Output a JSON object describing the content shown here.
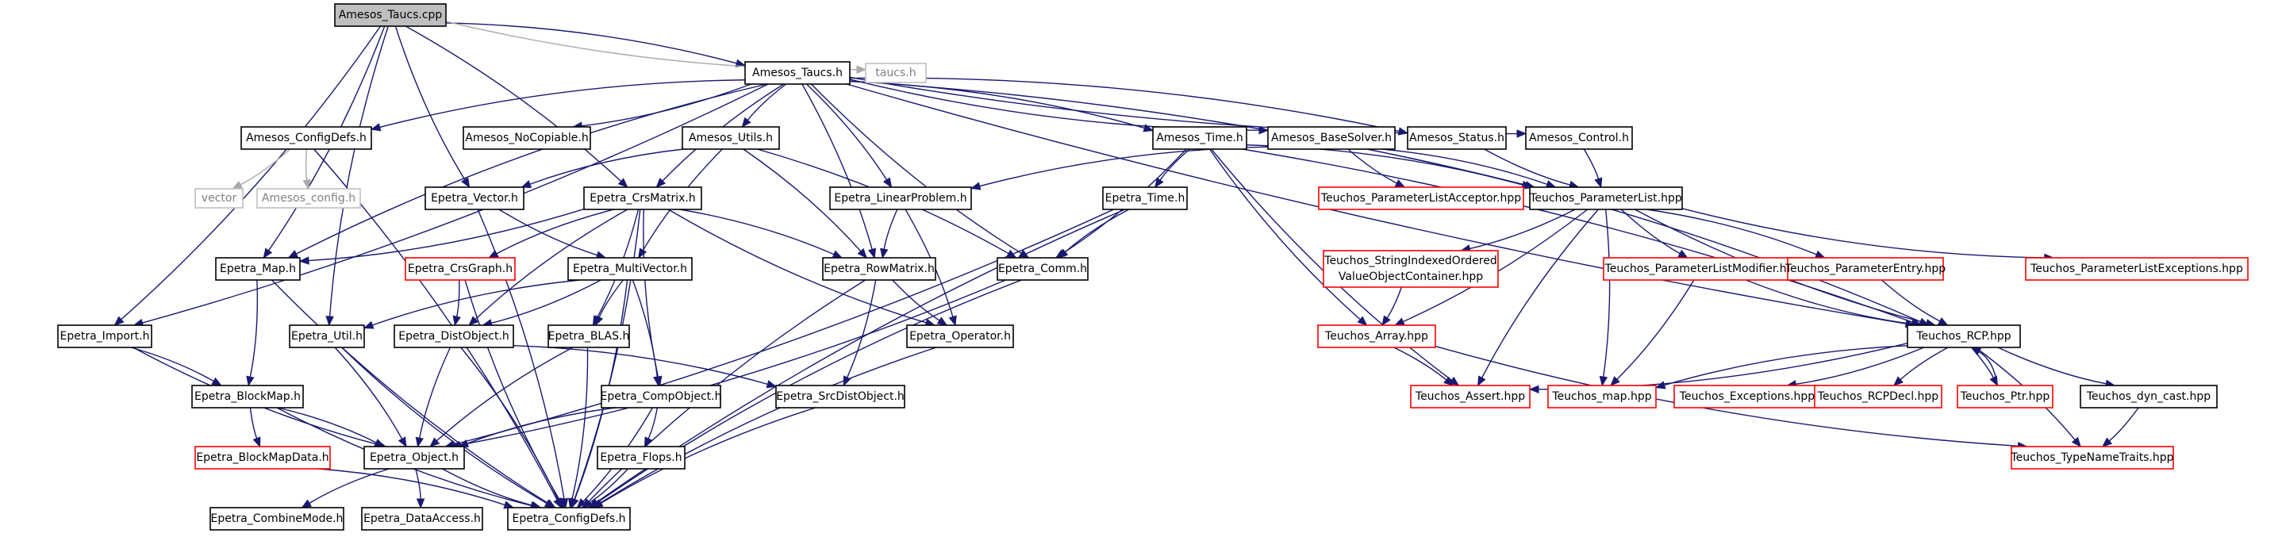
{
  "colors": {
    "edge": "#191970",
    "edge_external": "#a9a9a9",
    "border_normal": "#000000",
    "border_linked": "#ff0000",
    "border_external": "#bfbfbf",
    "fill_root": "#bfbfbf",
    "fill_default": "#ffffff",
    "text_normal": "#000000",
    "text_external": "#808080"
  },
  "nodes": [
    {
      "id": "amesos_taucs_cpp",
      "label": "Amesos_Taucs.cpp",
      "style": "root"
    },
    {
      "id": "amesos_taucs_h",
      "label": "Amesos_Taucs.h",
      "style": "normal"
    },
    {
      "id": "taucs_h",
      "label": "taucs.h",
      "style": "external"
    },
    {
      "id": "amesos_configdefs_h",
      "label": "Amesos_ConfigDefs.h",
      "style": "normal"
    },
    {
      "id": "amesos_nocopiable_h",
      "label": "Amesos_NoCopiable.h",
      "style": "normal"
    },
    {
      "id": "amesos_utils_h",
      "label": "Amesos_Utils.h",
      "style": "normal"
    },
    {
      "id": "amesos_time_h",
      "label": "Amesos_Time.h",
      "style": "normal"
    },
    {
      "id": "amesos_basesolver_h",
      "label": "Amesos_BaseSolver.h",
      "style": "normal"
    },
    {
      "id": "amesos_status_h",
      "label": "Amesos_Status.h",
      "style": "normal"
    },
    {
      "id": "amesos_control_h",
      "label": "Amesos_Control.h",
      "style": "normal"
    },
    {
      "id": "vector",
      "label": "vector",
      "style": "external"
    },
    {
      "id": "amesos_config_h",
      "label": "Amesos_config.h",
      "style": "external"
    },
    {
      "id": "epetra_vector_h",
      "label": "Epetra_Vector.h",
      "style": "normal"
    },
    {
      "id": "epetra_crsmatrix_h",
      "label": "Epetra_CrsMatrix.h",
      "style": "normal"
    },
    {
      "id": "epetra_linearproblem_h",
      "label": "Epetra_LinearProblem.h",
      "style": "normal"
    },
    {
      "id": "epetra_time_h",
      "label": "Epetra_Time.h",
      "style": "normal"
    },
    {
      "id": "teuchos_parameterlistacceptor_hpp",
      "label": "Teuchos_ParameterListAcceptor.hpp",
      "style": "linked"
    },
    {
      "id": "teuchos_parameterlist_hpp",
      "label": "Teuchos_ParameterList.hpp",
      "style": "normal"
    },
    {
      "id": "epetra_map_h",
      "label": "Epetra_Map.h",
      "style": "normal"
    },
    {
      "id": "epetra_crsgraph_h",
      "label": "Epetra_CrsGraph.h",
      "style": "linked"
    },
    {
      "id": "epetra_multivector_h",
      "label": "Epetra_MultiVector.h",
      "style": "normal"
    },
    {
      "id": "epetra_rowmatrix_h",
      "label": "Epetra_RowMatrix.h",
      "style": "normal"
    },
    {
      "id": "epetra_comm_h",
      "label": "Epetra_Comm.h",
      "style": "normal"
    },
    {
      "id": "teuchos_stringindexedordered",
      "label": "Teuchos_StringIndexedOrdered",
      "label2": "ValueObjectContainer.hpp",
      "style": "linked"
    },
    {
      "id": "teuchos_parameterlistmodifier_hpp",
      "label": "Teuchos_ParameterListModifier.hpp",
      "style": "linked"
    },
    {
      "id": "teuchos_parameterentry_hpp",
      "label": "Teuchos_ParameterEntry.hpp",
      "style": "linked"
    },
    {
      "id": "teuchos_parameterlistexceptions_hpp",
      "label": "Teuchos_ParameterListExceptions.hpp",
      "style": "linked"
    },
    {
      "id": "epetra_import_h",
      "label": "Epetra_Import.h",
      "style": "normal"
    },
    {
      "id": "epetra_util_h",
      "label": "Epetra_Util.h",
      "style": "normal"
    },
    {
      "id": "epetra_distobject_h",
      "label": "Epetra_DistObject.h",
      "style": "normal"
    },
    {
      "id": "epetra_blas_h",
      "label": "Epetra_BLAS.h",
      "style": "normal"
    },
    {
      "id": "epetra_operator_h",
      "label": "Epetra_Operator.h",
      "style": "normal"
    },
    {
      "id": "teuchos_array_hpp",
      "label": "Teuchos_Array.hpp",
      "style": "linked"
    },
    {
      "id": "teuchos_rcp_hpp",
      "label": "Teuchos_RCP.hpp",
      "style": "normal"
    },
    {
      "id": "epetra_blockmap_h",
      "label": "Epetra_BlockMap.h",
      "style": "normal"
    },
    {
      "id": "epetra_compobject_h",
      "label": "Epetra_CompObject.h",
      "style": "normal"
    },
    {
      "id": "epetra_srcdistobject_h",
      "label": "Epetra_SrcDistObject.h",
      "style": "normal"
    },
    {
      "id": "teuchos_assert_hpp",
      "label": "Teuchos_Assert.hpp",
      "style": "linked"
    },
    {
      "id": "teuchos_map_hpp",
      "label": "Teuchos_map.hpp",
      "style": "linked"
    },
    {
      "id": "teuchos_exceptions_hpp",
      "label": "Teuchos_Exceptions.hpp",
      "style": "linked"
    },
    {
      "id": "teuchos_rcpdecl_hpp",
      "label": "Teuchos_RCPDecl.hpp",
      "style": "linked"
    },
    {
      "id": "teuchos_ptr_hpp",
      "label": "Teuchos_Ptr.hpp",
      "style": "linked"
    },
    {
      "id": "teuchos_dyn_cast_hpp",
      "label": "Teuchos_dyn_cast.hpp",
      "style": "normal"
    },
    {
      "id": "epetra_blockmapdata_h",
      "label": "Epetra_BlockMapData.h",
      "style": "linked"
    },
    {
      "id": "epetra_object_h",
      "label": "Epetra_Object.h",
      "style": "normal"
    },
    {
      "id": "epetra_flops_h",
      "label": "Epetra_Flops.h",
      "style": "normal"
    },
    {
      "id": "teuchos_typenametraits_hpp",
      "label": "Teuchos_TypeNameTraits.hpp",
      "style": "linked"
    },
    {
      "id": "epetra_combinemode_h",
      "label": "Epetra_CombineMode.h",
      "style": "normal"
    },
    {
      "id": "epetra_dataaccess_h",
      "label": "Epetra_DataAccess.h",
      "style": "normal"
    },
    {
      "id": "epetra_configdefs_h",
      "label": "Epetra_ConfigDefs.h",
      "style": "normal"
    }
  ],
  "edges": [
    [
      "amesos_taucs_cpp",
      "amesos_taucs_h"
    ],
    [
      "amesos_taucs_cpp",
      "taucs_h"
    ],
    [
      "amesos_taucs_cpp",
      "epetra_import_h"
    ],
    [
      "amesos_taucs_cpp",
      "epetra_util_h"
    ],
    [
      "amesos_taucs_cpp",
      "epetra_map_h"
    ],
    [
      "amesos_taucs_cpp",
      "epetra_vector_h"
    ],
    [
      "amesos_taucs_cpp",
      "epetra_crsmatrix_h"
    ],
    [
      "amesos_taucs_h",
      "amesos_configdefs_h"
    ],
    [
      "amesos_taucs_h",
      "amesos_nocopiable_h"
    ],
    [
      "amesos_taucs_h",
      "amesos_utils_h"
    ],
    [
      "amesos_taucs_h",
      "amesos_time_h"
    ],
    [
      "amesos_taucs_h",
      "amesos_basesolver_h"
    ],
    [
      "amesos_taucs_h",
      "amesos_status_h"
    ],
    [
      "amesos_taucs_h",
      "amesos_control_h"
    ],
    [
      "amesos_taucs_h",
      "epetra_import_h"
    ],
    [
      "amesos_taucs_h",
      "epetra_crsmatrix_h"
    ],
    [
      "amesos_taucs_h",
      "epetra_linearproblem_h"
    ],
    [
      "amesos_taucs_h",
      "epetra_map_h"
    ],
    [
      "amesos_taucs_h",
      "epetra_rowmatrix_h"
    ],
    [
      "amesos_taucs_h",
      "epetra_comm_h"
    ],
    [
      "amesos_taucs_h",
      "teuchos_parameterlist_hpp"
    ],
    [
      "amesos_taucs_h",
      "teuchos_rcp_hpp"
    ],
    [
      "amesos_configdefs_h",
      "vector"
    ],
    [
      "amesos_configdefs_h",
      "amesos_config_h"
    ],
    [
      "amesos_configdefs_h",
      "epetra_configdefs_h"
    ],
    [
      "amesos_utils_h",
      "epetra_vector_h"
    ],
    [
      "amesos_utils_h",
      "epetra_rowmatrix_h"
    ],
    [
      "amesos_utils_h",
      "epetra_multivector_h"
    ],
    [
      "amesos_utils_h",
      "epetra_comm_h"
    ],
    [
      "amesos_time_h",
      "epetra_time_h"
    ],
    [
      "amesos_time_h",
      "epetra_comm_h"
    ],
    [
      "amesos_time_h",
      "teuchos_array_hpp"
    ],
    [
      "amesos_time_h",
      "teuchos_rcp_hpp"
    ],
    [
      "amesos_time_h",
      "teuchos_assert_hpp"
    ],
    [
      "amesos_time_h",
      "teuchos_parameterlist_hpp"
    ],
    [
      "amesos_basesolver_h",
      "teuchos_parameterlistacceptor_hpp"
    ],
    [
      "amesos_basesolver_h",
      "teuchos_parameterlist_hpp"
    ],
    [
      "amesos_basesolver_h",
      "epetra_linearproblem_h"
    ],
    [
      "amesos_basesolver_h",
      "teuchos_rcp_hpp"
    ],
    [
      "amesos_status_h",
      "teuchos_parameterlist_hpp"
    ],
    [
      "amesos_control_h",
      "teuchos_parameterlist_hpp"
    ],
    [
      "epetra_vector_h",
      "epetra_multivector_h"
    ],
    [
      "epetra_vector_h",
      "epetra_configdefs_h"
    ],
    [
      "epetra_crsmatrix_h",
      "epetra_crsgraph_h"
    ],
    [
      "epetra_crsmatrix_h",
      "epetra_map_h"
    ],
    [
      "epetra_crsmatrix_h",
      "epetra_distobject_h"
    ],
    [
      "epetra_crsmatrix_h",
      "epetra_blas_h"
    ],
    [
      "epetra_crsmatrix_h",
      "epetra_compobject_h"
    ],
    [
      "epetra_crsmatrix_h",
      "epetra_rowmatrix_h"
    ],
    [
      "epetra_crsmatrix_h",
      "epetra_operator_h"
    ],
    [
      "epetra_crsmatrix_h",
      "epetra_configdefs_h"
    ],
    [
      "epetra_linearproblem_h",
      "epetra_rowmatrix_h"
    ],
    [
      "epetra_linearproblem_h",
      "epetra_operator_h"
    ],
    [
      "epetra_time_h",
      "epetra_comm_h"
    ],
    [
      "epetra_time_h",
      "epetra_object_h"
    ],
    [
      "epetra_time_h",
      "epetra_configdefs_h"
    ],
    [
      "teuchos_parameterlist_hpp",
      "teuchos_stringindexedordered"
    ],
    [
      "teuchos_parameterlist_hpp",
      "teuchos_parameterlistmodifier_hpp"
    ],
    [
      "teuchos_parameterlist_hpp",
      "teuchos_parameterentry_hpp"
    ],
    [
      "teuchos_parameterlist_hpp",
      "teuchos_parameterlistexceptions_hpp"
    ],
    [
      "teuchos_parameterlist_hpp",
      "teuchos_array_hpp"
    ],
    [
      "teuchos_parameterlist_hpp",
      "teuchos_assert_hpp"
    ],
    [
      "teuchos_parameterlist_hpp",
      "teuchos_map_hpp"
    ],
    [
      "teuchos_parameterlist_hpp",
      "teuchos_rcp_hpp"
    ],
    [
      "epetra_map_h",
      "epetra_blockmap_h"
    ],
    [
      "epetra_map_h",
      "epetra_configdefs_h"
    ],
    [
      "epetra_crsgraph_h",
      "epetra_distobject_h"
    ],
    [
      "epetra_crsgraph_h",
      "epetra_configdefs_h"
    ],
    [
      "epetra_multivector_h",
      "epetra_distobject_h"
    ],
    [
      "epetra_multivector_h",
      "epetra_blas_h"
    ],
    [
      "epetra_multivector_h",
      "epetra_compobject_h"
    ],
    [
      "epetra_multivector_h",
      "epetra_util_h"
    ],
    [
      "epetra_multivector_h",
      "epetra_configdefs_h"
    ],
    [
      "epetra_rowmatrix_h",
      "epetra_operator_h"
    ],
    [
      "epetra_rowmatrix_h",
      "epetra_srcdistobject_h"
    ],
    [
      "epetra_rowmatrix_h",
      "epetra_configdefs_h"
    ],
    [
      "epetra_comm_h",
      "epetra_object_h"
    ],
    [
      "epetra_comm_h",
      "epetra_configdefs_h"
    ],
    [
      "teuchos_stringindexedordered",
      "teuchos_array_hpp"
    ],
    [
      "teuchos_parameterlistmodifier_hpp",
      "teuchos_rcp_hpp"
    ],
    [
      "teuchos_parameterlistmodifier_hpp",
      "teuchos_map_hpp"
    ],
    [
      "teuchos_parameterentry_hpp",
      "teuchos_rcp_hpp"
    ],
    [
      "epetra_import_h",
      "epetra_blockmap_h"
    ],
    [
      "epetra_import_h",
      "epetra_object_h"
    ],
    [
      "epetra_util_h",
      "epetra_object_h"
    ],
    [
      "epetra_util_h",
      "epetra_configdefs_h"
    ],
    [
      "epetra_distobject_h",
      "epetra_srcdistobject_h"
    ],
    [
      "epetra_distobject_h",
      "epetra_object_h"
    ],
    [
      "epetra_distobject_h",
      "epetra_configdefs_h"
    ],
    [
      "epetra_blas_h",
      "epetra_object_h"
    ],
    [
      "epetra_blas_h",
      "epetra_configdefs_h"
    ],
    [
      "epetra_operator_h",
      "epetra_configdefs_h"
    ],
    [
      "teuchos_array_hpp",
      "teuchos_assert_hpp"
    ],
    [
      "teuchos_array_hpp",
      "teuchos_typenametraits_hpp"
    ],
    [
      "teuchos_rcp_hpp",
      "teuchos_assert_hpp"
    ],
    [
      "teuchos_rcp_hpp",
      "teuchos_map_hpp"
    ],
    [
      "teuchos_rcp_hpp",
      "teuchos_exceptions_hpp"
    ],
    [
      "teuchos_rcp_hpp",
      "teuchos_rcpdecl_hpp"
    ],
    [
      "teuchos_rcp_hpp",
      "teuchos_ptr_hpp"
    ],
    [
      "teuchos_rcp_hpp",
      "teuchos_dyn_cast_hpp"
    ],
    [
      "teuchos_rcp_hpp",
      "teuchos_typenametraits_hpp"
    ],
    [
      "teuchos_ptr_hpp",
      "teuchos_rcp_hpp"
    ],
    [
      "teuchos_dyn_cast_hpp",
      "teuchos_typenametraits_hpp"
    ],
    [
      "epetra_blockmap_h",
      "epetra_blockmapdata_h"
    ],
    [
      "epetra_blockmap_h",
      "epetra_object_h"
    ],
    [
      "epetra_blockmap_h",
      "epetra_configdefs_h"
    ],
    [
      "epetra_compobject_h",
      "epetra_flops_h"
    ],
    [
      "epetra_compobject_h",
      "epetra_object_h"
    ],
    [
      "epetra_compobject_h",
      "epetra_configdefs_h"
    ],
    [
      "epetra_srcdistobject_h",
      "epetra_configdefs_h"
    ],
    [
      "epetra_blockmapdata_h",
      "epetra_configdefs_h"
    ],
    [
      "epetra_object_h",
      "epetra_combinemode_h"
    ],
    [
      "epetra_object_h",
      "epetra_dataaccess_h"
    ],
    [
      "epetra_object_h",
      "epetra_configdefs_h"
    ],
    [
      "epetra_flops_h",
      "epetra_configdefs_h"
    ]
  ]
}
